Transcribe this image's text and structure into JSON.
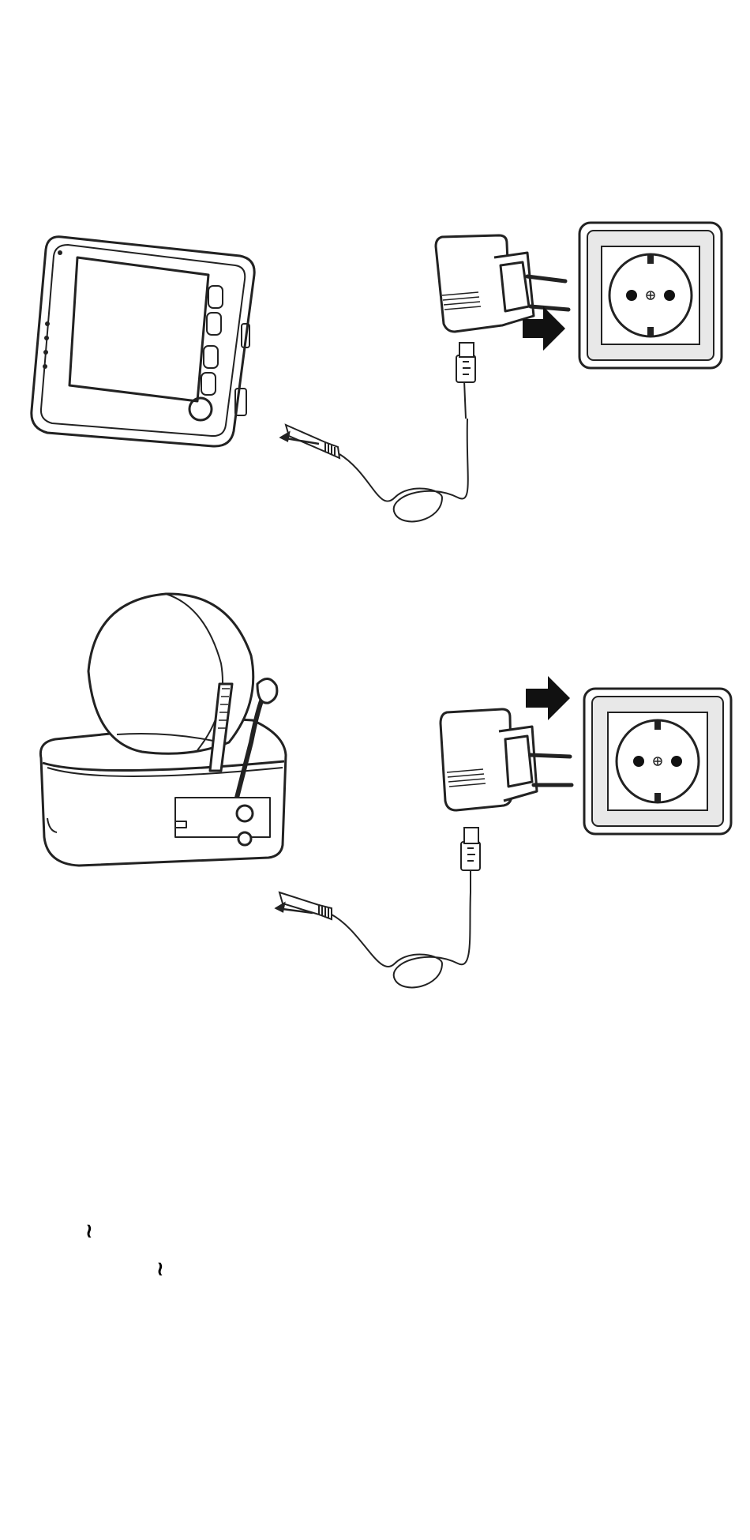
{
  "figures": [
    {
      "id": "monitor-charging",
      "device": "parent-unit",
      "plug_arrow": "right",
      "icons": [
        "monitor",
        "usb-cable",
        "power-adapter",
        "wall-socket"
      ]
    },
    {
      "id": "camera-charging",
      "device": "baby-unit",
      "plug_arrow": "right",
      "icons": [
        "camera",
        "usb-cable",
        "power-adapter",
        "wall-socket"
      ]
    }
  ],
  "marks": [
    "≀",
    "≀"
  ]
}
